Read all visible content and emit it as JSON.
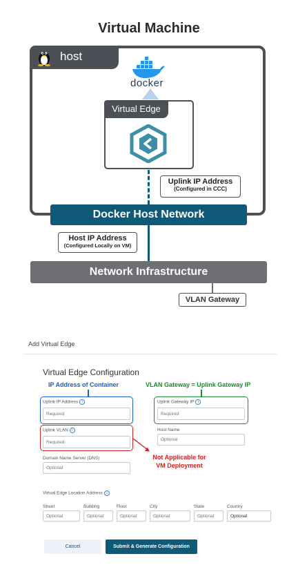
{
  "diagram": {
    "title": "Virtual Machine",
    "host_label": "host",
    "docker_label": "docker",
    "virtual_edge_label": "Virtual Edge",
    "uplink_ip": {
      "line1": "Uplink IP Address",
      "line2": "(Configured in CCC)"
    },
    "docker_host_network": "Docker Host Network",
    "host_ip": {
      "line1": "Host IP Address",
      "line2": "(Configured Locally on VM)"
    },
    "network_infrastructure": "Network Infrastructure",
    "vlan_gateway": "VLAN Gateway",
    "colors": {
      "dark": "#4d4f57",
      "teal": "#0e5a78",
      "gray_bar": "#6e6f75",
      "docker_blue": "#2496ed",
      "edge_teal": "#3d8ea6"
    }
  },
  "form": {
    "heading": "Add Virtual Edge",
    "section_title": "Virtual Edge Configuration",
    "annotations": {
      "ip_container": "IP Address of Container",
      "vlan_gateway_eq": "VLAN Gateway = Uplink Gateway IP",
      "not_applicable_1": "Not Applicable for",
      "not_applicable_2": "VM Deployment"
    },
    "annotation_colors": {
      "blue": "#1a5fc8",
      "green": "#1b8a2e",
      "red": "#d42020"
    },
    "fields": {
      "uplink_ip": {
        "label": "Uplink IP Address",
        "placeholder": "Required"
      },
      "uplink_gateway_ip": {
        "label": "Uplink Gateway IP",
        "placeholder": "Required"
      },
      "uplink_vlan": {
        "label": "Uplink VLAN",
        "placeholder": "Required"
      },
      "host_name": {
        "label": "Host Name",
        "placeholder": "Optional"
      },
      "dns": {
        "label": "Domain Name Server (DNS)",
        "placeholder": "Optional"
      }
    },
    "location": {
      "title": "Virtual Edge Location Address",
      "street": {
        "label": "Street",
        "placeholder": "Optional"
      },
      "building": {
        "label": "Building",
        "placeholder": "Optional"
      },
      "floor": {
        "label": "Floor",
        "placeholder": "Optional"
      },
      "city": {
        "label": "City",
        "placeholder": "Optional"
      },
      "state": {
        "label": "State",
        "placeholder": "Optional"
      },
      "country": {
        "label": "Country",
        "value": "Optional"
      }
    },
    "buttons": {
      "cancel": "Cancel",
      "submit": "Submit & Generate Configuration"
    }
  }
}
